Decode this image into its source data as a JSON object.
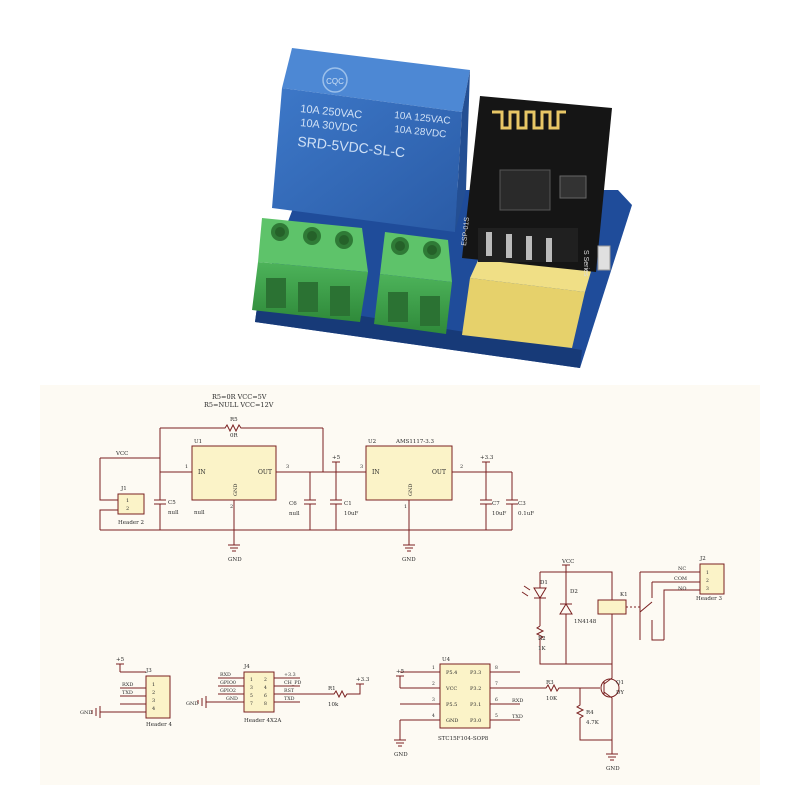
{
  "board": {
    "relay_logo": "CQC",
    "relay_lines": [
      "10A 250VAC",
      "10A  30VDC",
      "SRD-5VDC-SL-C"
    ],
    "relay_ratings_right": [
      "10A 125VAC",
      "10A 28VDC"
    ],
    "module_label": "ESP-01S",
    "module_series": "S Series",
    "colors": {
      "relay": "#2f67b8",
      "terminal": "#3fa04a",
      "pcb": "#1d3f86",
      "module": "#171717",
      "yellow": "#e8d36a"
    }
  },
  "schematic": {
    "colors": {
      "wire": "#7a2020",
      "text": "#2a2a2a",
      "paper": "#fdfaf3"
    },
    "notes": [
      "R5=0R  VCC=5V",
      "R5=NULL  VCC=12V"
    ],
    "r5": {
      "ref": "R5",
      "value": "0R"
    },
    "u1": {
      "ref": "U1",
      "in": "IN",
      "out": "OUT",
      "gnd": "GND",
      "pin_in": "1",
      "pin_out": "3",
      "pin_gnd": "2"
    },
    "u2": {
      "ref": "U2",
      "name": "AMS1117-3.3",
      "in": "IN",
      "out": "OUT",
      "gnd": "GND",
      "pin_in": "3",
      "pin_out": "2",
      "pin_gnd": "1"
    },
    "vcc": "VCC",
    "j1": {
      "ref": "J1",
      "name": "Header 2",
      "pins": [
        "1",
        "2"
      ]
    },
    "c5": {
      "ref": "C5",
      "value": "null"
    },
    "c6": {
      "ref": "C6",
      "value": "null"
    },
    "c1": {
      "ref": "C1",
      "value": "10uF"
    },
    "c7": {
      "ref": "C7",
      "value": "10uF"
    },
    "c3": {
      "ref": "C3",
      "value": "0.1uF"
    },
    "c4_label": "null",
    "rail_5v": "+5",
    "rail_33": "+3.3",
    "gnd": "GND",
    "j3": {
      "ref": "J3",
      "name": "Header 4",
      "pins": [
        "1",
        "2",
        "3",
        "4"
      ],
      "signals": [
        "+5",
        "RXD",
        "TXD"
      ],
      "power": "+5"
    },
    "j4": {
      "ref": "J4",
      "name": "Header 4X2A",
      "left": [
        "RXD",
        "GPIO0",
        "GPIO2",
        "GND"
      ],
      "right": [
        "+3.3",
        "CH_PD",
        "RST",
        "TXD"
      ],
      "pins_left": [
        "1",
        "3",
        "5",
        "7"
      ],
      "pins_right": [
        "2",
        "4",
        "6",
        "8"
      ]
    },
    "r1": {
      "ref": "R1",
      "value": "10k"
    },
    "u4": {
      "ref": "U4",
      "name": "STC15F104-SOP8",
      "left": [
        "P5.4",
        "VCC",
        "P5.5",
        "GND"
      ],
      "right": [
        "P3.3",
        "P3.2",
        "P3.1",
        "P3.0"
      ],
      "pins_left": [
        "1",
        "2",
        "3",
        "4"
      ],
      "pins_right": [
        "8",
        "7",
        "6",
        "5"
      ],
      "nets": [
        "RXD",
        "TXD"
      ]
    },
    "r3": {
      "ref": "R3",
      "value": "10K"
    },
    "r4": {
      "ref": "R4",
      "value": "4.7K"
    },
    "q1": {
      "ref": "Q1",
      "value": "DY"
    },
    "d1": {
      "ref": "D1"
    },
    "d2": {
      "ref": "D2",
      "value": "1N4148"
    },
    "r2": {
      "ref": "R2",
      "value": "1K"
    },
    "k1": {
      "ref": "K1"
    },
    "j2": {
      "ref": "J2",
      "name": "Header 3",
      "pins": [
        "1",
        "2",
        "3"
      ],
      "signals": [
        "NC",
        "COM",
        "NO"
      ]
    }
  }
}
